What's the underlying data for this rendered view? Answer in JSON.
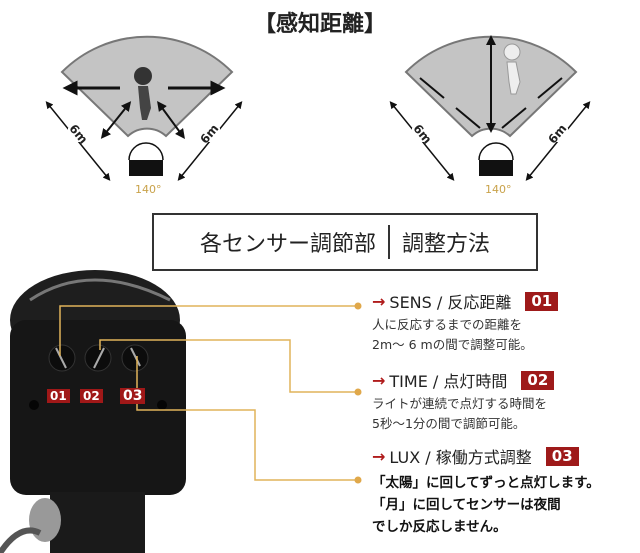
{
  "title": "【感知距離】",
  "diagrams": [
    {
      "distance_left": "6m",
      "distance_right": "6m",
      "angle": "140°"
    },
    {
      "distance_left": "6m",
      "distance_right": "6m",
      "angle": "140°"
    }
  ],
  "heading": {
    "left": "各センサー調節部",
    "right": "調整方法"
  },
  "device_tags": [
    "01",
    "02",
    "03"
  ],
  "sections": [
    {
      "title": "SENS / 反応距離",
      "badge": "01",
      "lines": [
        "人に反応するまでの距離を",
        "2m～ 6 mの間で調整可能。"
      ]
    },
    {
      "title": "TIME / 点灯時間",
      "badge": "02",
      "lines": [
        "ライトが連続で点灯する時間を",
        "5秒～1分の間で調節可能。"
      ]
    },
    {
      "title": "LUX / 稼働方式調整",
      "badge": "03",
      "lines": [
        "「太陽」に回してずっと点灯します。",
        "「月」に回してセンサーは夜間",
        "でしか反応しません。"
      ]
    }
  ],
  "colors": {
    "accent_red": "#9e1a1a",
    "leader_line": "#e0b35a",
    "fan_gray": "#bdbdbd"
  }
}
